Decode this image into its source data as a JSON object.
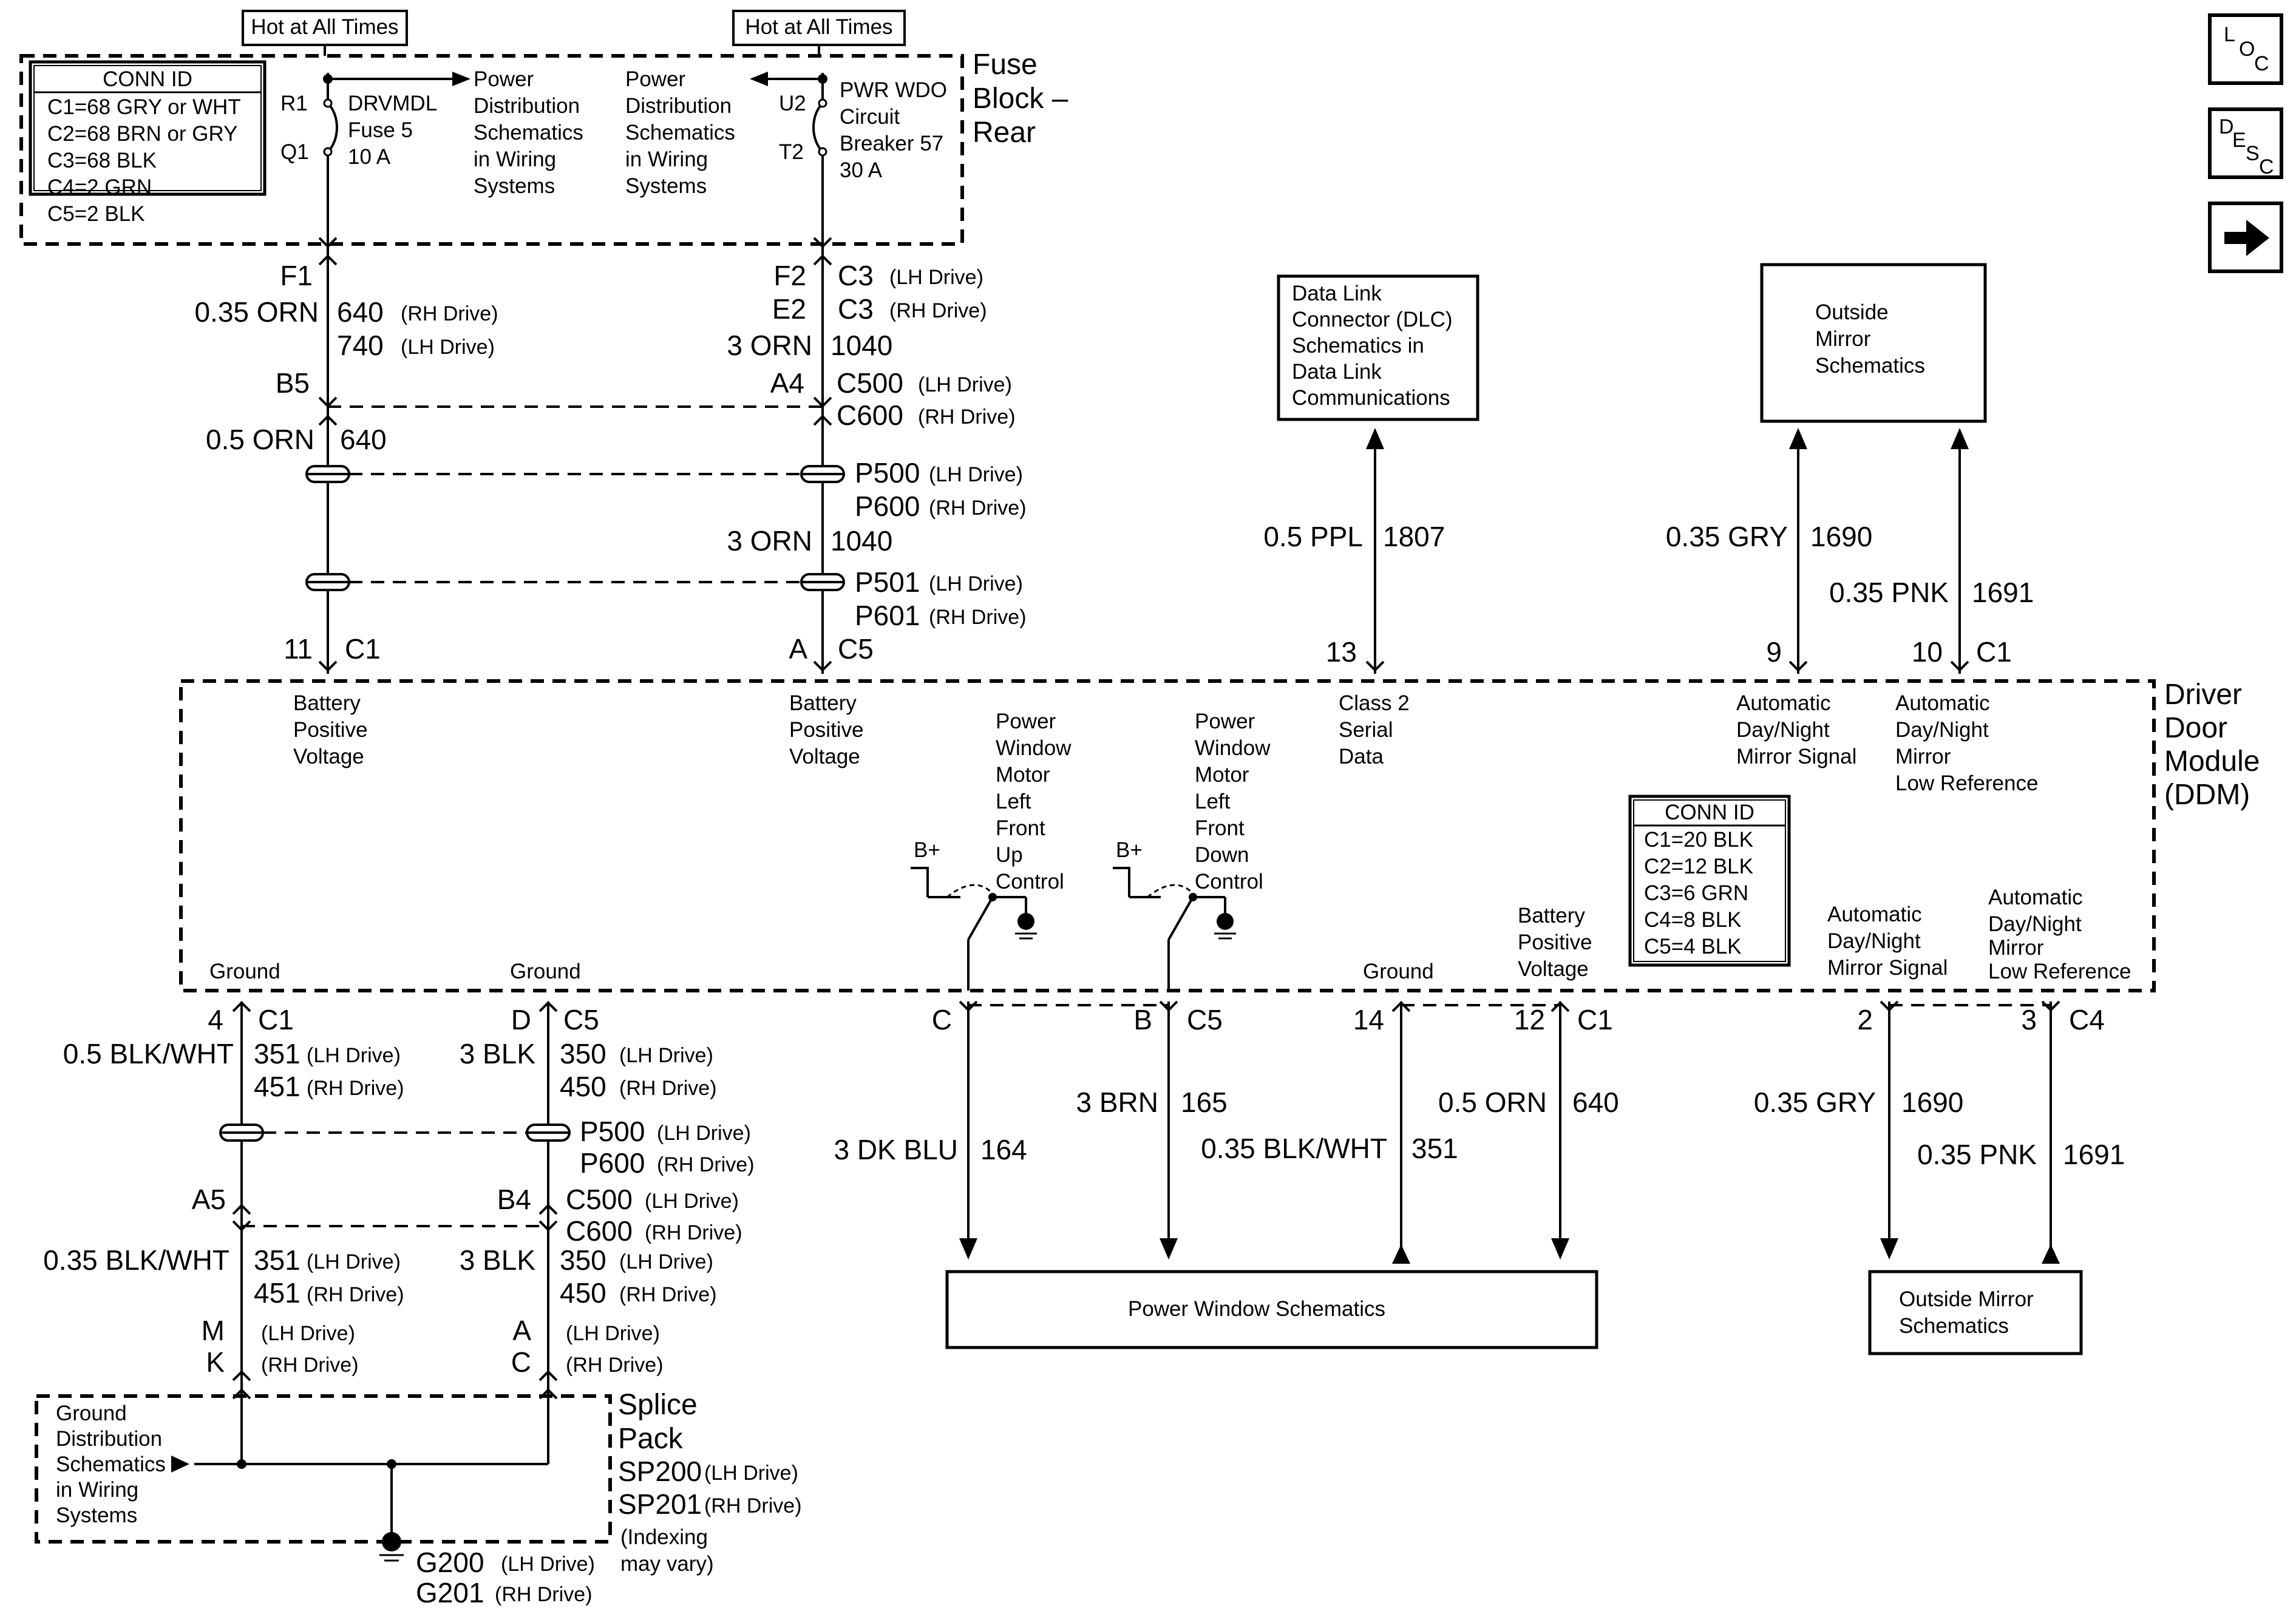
{
  "nav": {
    "loc_l": "L",
    "loc_o": "O",
    "loc_c": "C",
    "desc_d": "D",
    "desc_e": "E",
    "desc_s": "S",
    "desc_c": "C",
    "next_arrow": "arrow-right-icon"
  },
  "fuse_block": {
    "hot1": "Hot at All Times",
    "hot2": "Hot at All Times",
    "title": [
      "Fuse",
      "Block –",
      "Rear"
    ],
    "conn_title": "CONN ID",
    "conn_items": [
      "C1=68 GRY or WHT",
      "C2=68 BRN or GRY",
      "C3=68 BLK",
      "C4=2 GRN",
      "C5=2 BLK"
    ],
    "r1": "R1",
    "q1": "Q1",
    "fuse_label": [
      "DRVMDL",
      "Fuse 5",
      "10 A"
    ],
    "pd_left": [
      "Power",
      "Distribution",
      "Schematics",
      "in Wiring",
      "Systems"
    ],
    "pd_right": [
      "Power",
      "Distribution",
      "Schematics",
      "in Wiring",
      "Systems"
    ],
    "u2": "U2",
    "t2": "T2",
    "breaker_label": [
      "PWR WDO",
      "Circuit",
      "Breaker 57",
      "30 A"
    ]
  },
  "upper_left": {
    "f1": "F1",
    "wire1": "0.35 ORN",
    "c640": "640",
    "rh1": "(RH Drive)",
    "c740": "740",
    "lh1": "(LH Drive)",
    "b5": "B5",
    "wire2": "0.5 ORN",
    "c640b": "640",
    "pin11": "11",
    "c1": "C1"
  },
  "upper_mid": {
    "f2": "F2",
    "e2": "E2",
    "c3a": "C3",
    "lh_a": "(LH Drive)",
    "c3b": "C3",
    "rh_a": "(RH Drive)",
    "wire1": "3 ORN",
    "c1040": "1040",
    "a4": "A4",
    "c500": "C500",
    "lh_b": "(LH Drive)",
    "c600": "C600",
    "rh_b": "(RH Drive)",
    "p500": "P500",
    "lh_c": "(LH Drive)",
    "p600": "P600",
    "rh_c": "(RH Drive)",
    "wire2": "3 ORN",
    "c1040b": "1040",
    "p501": "P501",
    "lh_d": "(LH Drive)",
    "p601": "P601",
    "rh_d": "(RH Drive)",
    "pinA": "A",
    "c5": "C5"
  },
  "dlc": {
    "box": [
      "Data Link",
      "Connector (DLC)",
      "Schematics in",
      "Data Link",
      "Communications"
    ],
    "wire": "0.5 PPL",
    "circuit": "1807",
    "pin": "13"
  },
  "mirror_top": {
    "box": [
      "Outside",
      "Mirror",
      "Schematics"
    ],
    "wire1": "0.35 GRY",
    "circuit1": "1690",
    "wire2": "0.35 PNK",
    "circuit2": "1691",
    "pin9": "9",
    "pin10": "10",
    "c1": "C1"
  },
  "ddm": {
    "title": [
      "Driver",
      "Door",
      "Module",
      "(DDM)"
    ],
    "bpv1": [
      "Battery",
      "Positive",
      "Voltage"
    ],
    "bpv2": [
      "Battery",
      "Positive",
      "Voltage"
    ],
    "up_ctrl": [
      "Power",
      "Window",
      "Motor",
      "Left",
      "Front",
      "Up",
      "Control"
    ],
    "down_ctrl": [
      "Power",
      "Window",
      "Motor",
      "Left",
      "Front",
      "Down",
      "Control"
    ],
    "bplus1": "B+",
    "bplus2": "B+",
    "class2": [
      "Class 2",
      "Serial",
      "Data"
    ],
    "adn_sig_top": [
      "Automatic",
      "Day/Night",
      "Mirror Signal"
    ],
    "adn_ref_top": [
      "Automatic",
      "Day/Night",
      "Mirror",
      "Low Reference"
    ],
    "conn_title": "CONN ID",
    "conn_items": [
      "C1=20 BLK",
      "C2=12 BLK",
      "C3=6 GRN",
      "C4=8 BLK",
      "C5=4 BLK"
    ],
    "ground1": "Ground",
    "ground2": "Ground",
    "ground3": "Ground",
    "bpv3": [
      "Battery",
      "Positive",
      "Voltage"
    ],
    "adn_sig_bot": [
      "Automatic",
      "Day/Night",
      "Mirror Signal"
    ],
    "adn_ref_bot": [
      "Automatic",
      "Day/Night",
      "Mirror",
      "Low Reference"
    ]
  },
  "lower_left": {
    "pin4": "4",
    "c1": "C1",
    "wire1": "0.5 BLK/WHT",
    "c351": "351",
    "lh1": "(LH Drive)",
    "c451": "451",
    "rh1": "(RH Drive)",
    "a5": "A5",
    "wire2": "0.35 BLK/WHT",
    "c351b": "351",
    "lh2": "(LH Drive)",
    "c451b": "451",
    "rh2": "(RH Drive)",
    "m": "M",
    "lh3": "(LH Drive)",
    "k": "K",
    "rh3": "(RH Drive)"
  },
  "lower_mid": {
    "pinD": "D",
    "c5": "C5",
    "wire1": "3 BLK",
    "c350": "350",
    "lh1": "(LH Drive)",
    "c450": "450",
    "rh1": "(RH Drive)",
    "p500": "P500",
    "lh2": "(LH Drive)",
    "p600": "P600",
    "rh2": "(RH Drive)",
    "b4": "B4",
    "c500": "C500",
    "lh3": "(LH Drive)",
    "c600": "C600",
    "rh3": "(RH Drive)",
    "wire2": "3 BLK",
    "c350b": "350",
    "lh4": "(LH Drive)",
    "c450b": "450",
    "rh4": "(RH Drive)",
    "a": "A",
    "lh5": "(LH Drive)",
    "c": "C",
    "rh5": "(RH Drive)"
  },
  "splice": {
    "gd": [
      "Ground",
      "Distribution",
      "Schematics",
      "in Wiring",
      "Systems"
    ],
    "title": [
      "Splice",
      "Pack"
    ],
    "sp200": "SP200",
    "lh1": "(LH Drive)",
    "sp201": "SP201",
    "rh1": "(RH Drive)",
    "idx": [
      "(Indexing",
      "may vary)"
    ],
    "g200": "G200",
    "lh2": "(LH Drive)",
    "g201": "G201",
    "rh2": "(RH Drive)"
  },
  "lower_right": {
    "pinC": "C",
    "pinB": "B",
    "c5": "C5",
    "wire_dkblu": "3 DK BLU",
    "c164": "164",
    "wire_brn": "3 BRN",
    "c165": "165",
    "pin14": "14",
    "pin12": "12",
    "c1": "C1",
    "wire_orn": "0.5 ORN",
    "c640": "640",
    "wire_blkwht": "0.35 BLK/WHT",
    "c351": "351",
    "pw_box": "Power Window Schematics",
    "pin2": "2",
    "pin3": "3",
    "c4": "C4",
    "wire_gry": "0.35 GRY",
    "c1690": "1690",
    "wire_pnk": "0.35 PNK",
    "c1691": "1691",
    "om_box": [
      "Outside Mirror",
      "Schematics"
    ]
  }
}
